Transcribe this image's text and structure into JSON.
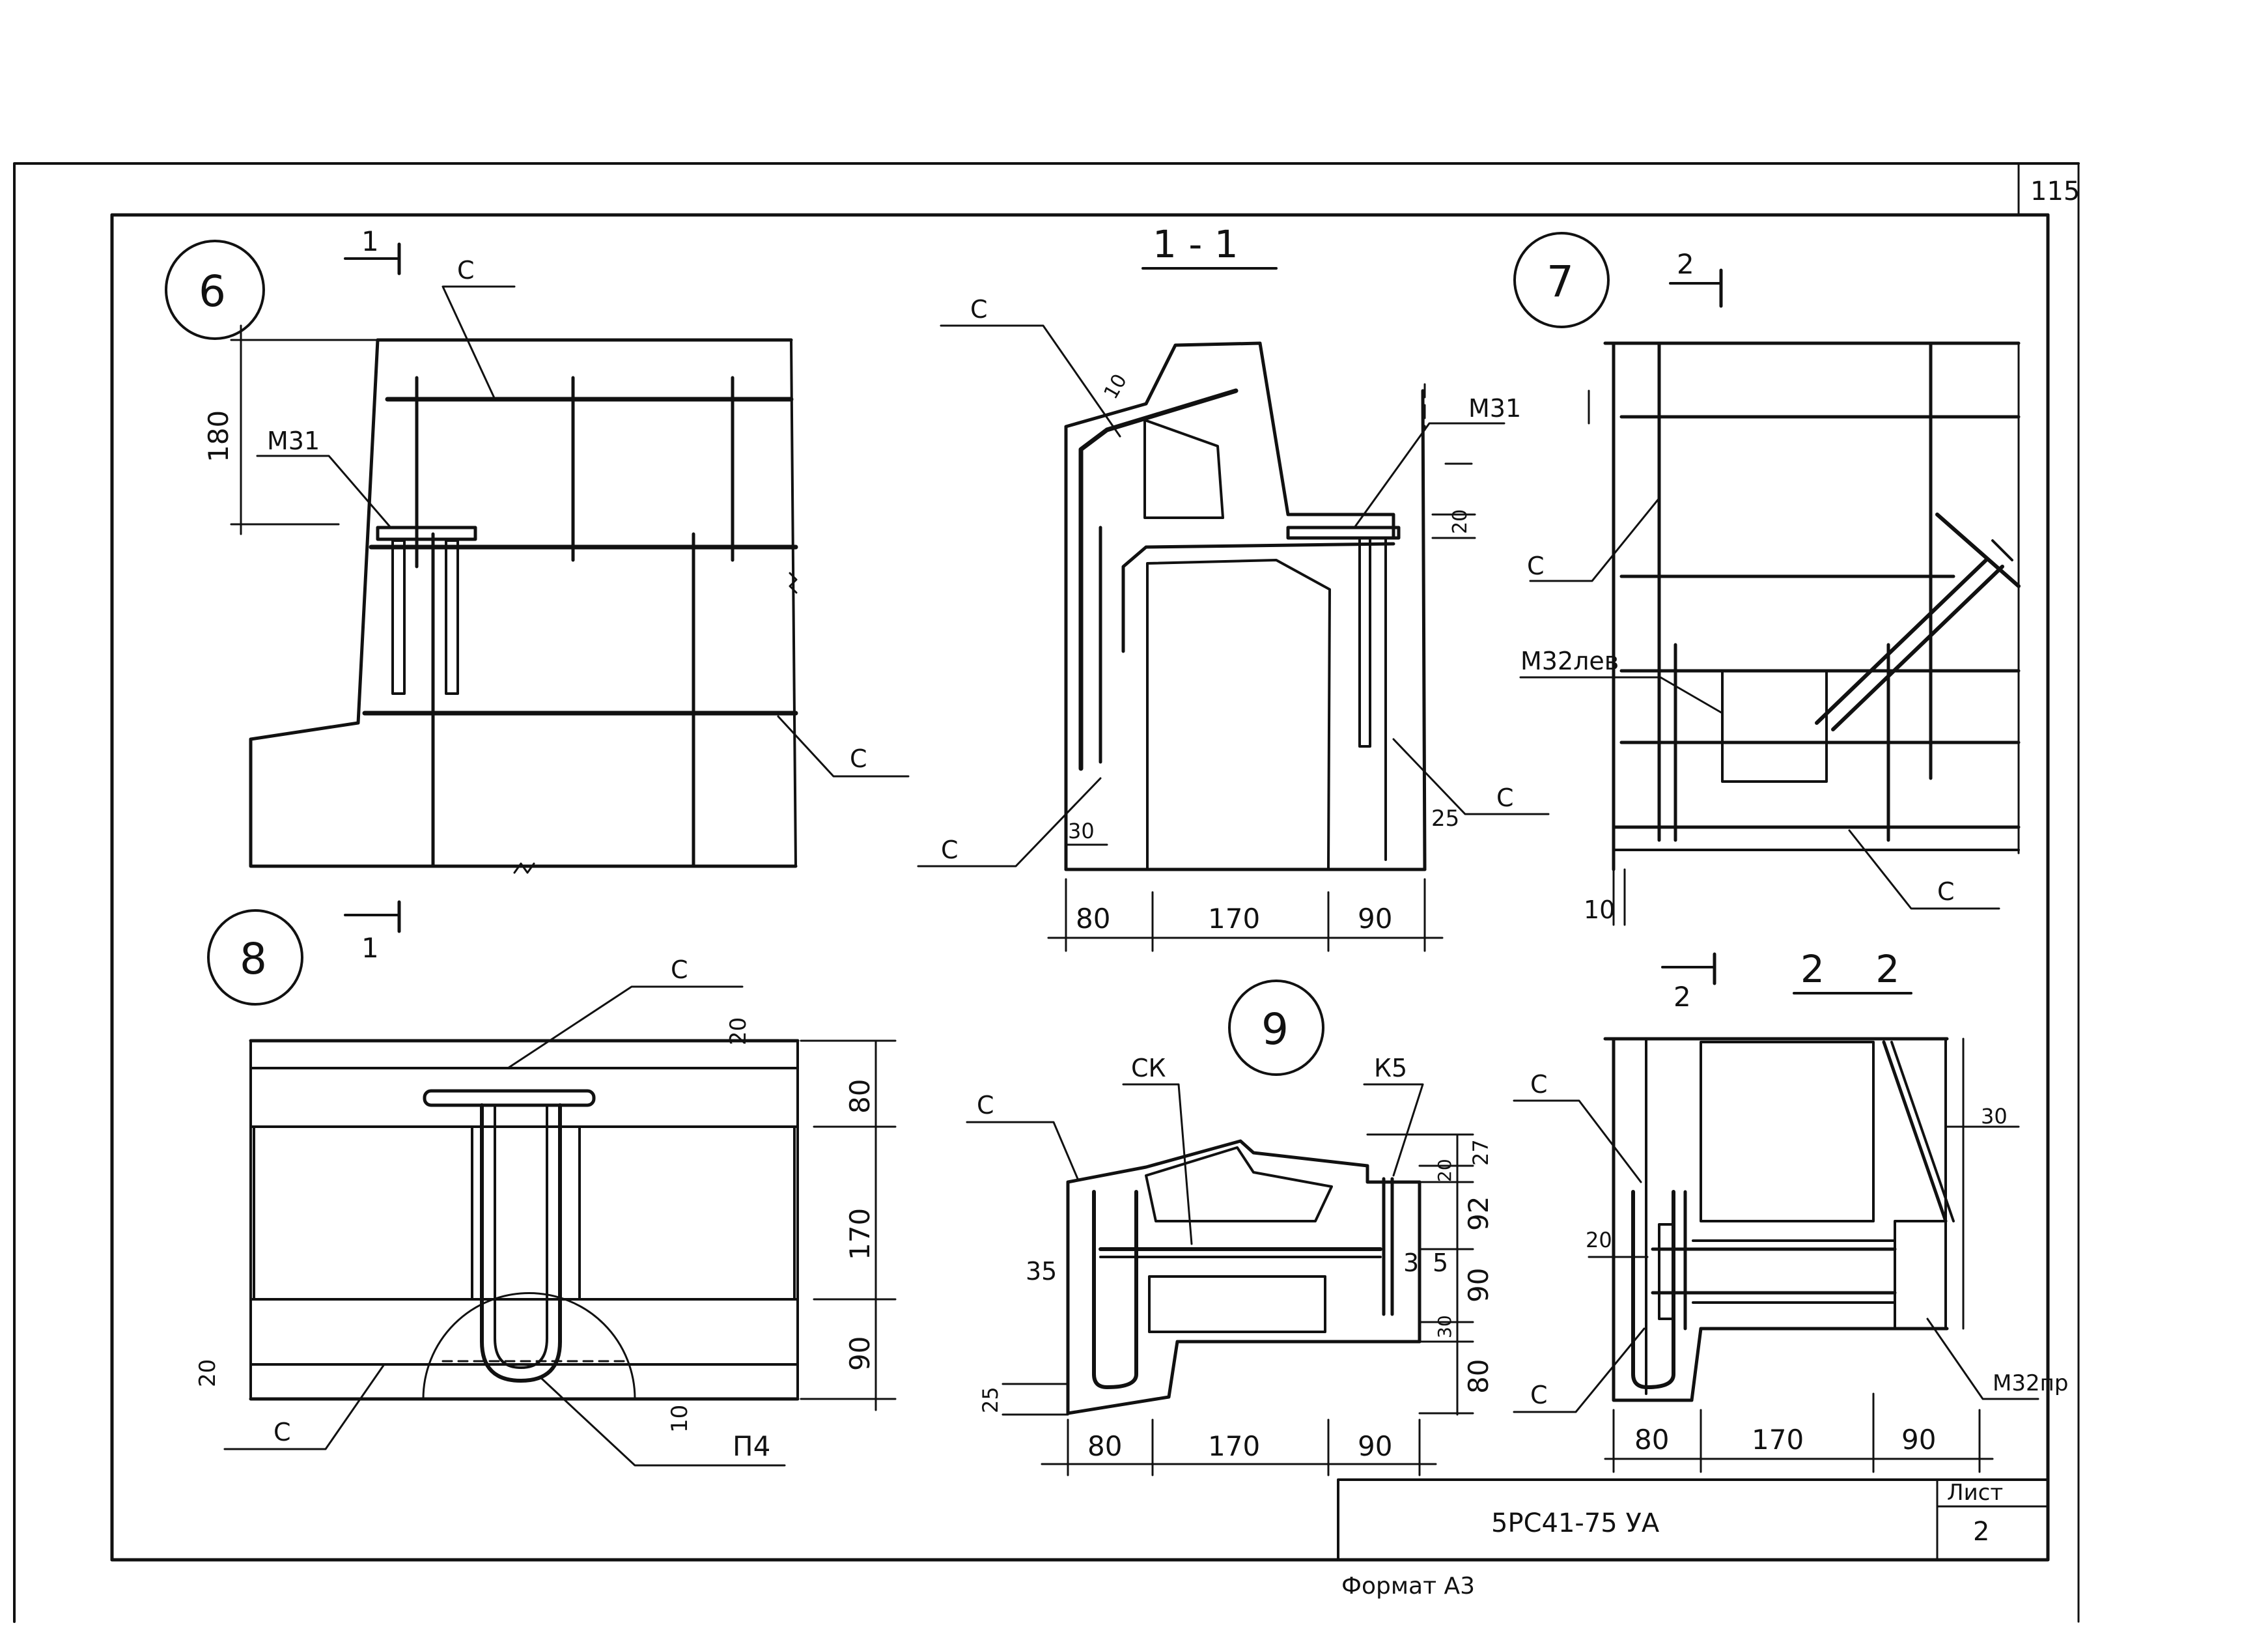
{
  "sheet": {
    "page_number": "115",
    "title_code": "5РС41-75 УА",
    "sheet_label": "Лист",
    "sheet_number": "2",
    "format_caption": "Формат А3"
  },
  "details": [
    {
      "number": "6",
      "labels": [
        "С",
        "М31",
        "С"
      ],
      "dims": [
        "180"
      ],
      "cut": "1"
    },
    {
      "title": "1 - 1",
      "labels": [
        "С",
        "М31",
        "С",
        "С"
      ],
      "dims": [
        "10",
        "20",
        "30",
        "25",
        "80",
        "170",
        "90"
      ]
    },
    {
      "number": "7",
      "labels": [
        "С",
        "М32лев",
        "С"
      ],
      "dims": [
        "10"
      ],
      "cut": "2"
    },
    {
      "number": "8",
      "labels": [
        "С",
        "С",
        "П4"
      ],
      "dims": [
        "20",
        "20",
        "10",
        "80",
        "170",
        "90"
      ],
      "cut": "1"
    },
    {
      "number": "9",
      "labels": [
        "С",
        "СК",
        "К5"
      ],
      "dims": [
        "27",
        "20",
        "92",
        "3",
        "5",
        "90",
        "30",
        "80",
        "35",
        "25",
        "80",
        "170",
        "90"
      ]
    },
    {
      "title": "2 2",
      "labels": [
        "С",
        "С",
        "М32пр"
      ],
      "dims": [
        "30",
        "20",
        "80",
        "170",
        "90"
      ],
      "cut": "2"
    }
  ]
}
